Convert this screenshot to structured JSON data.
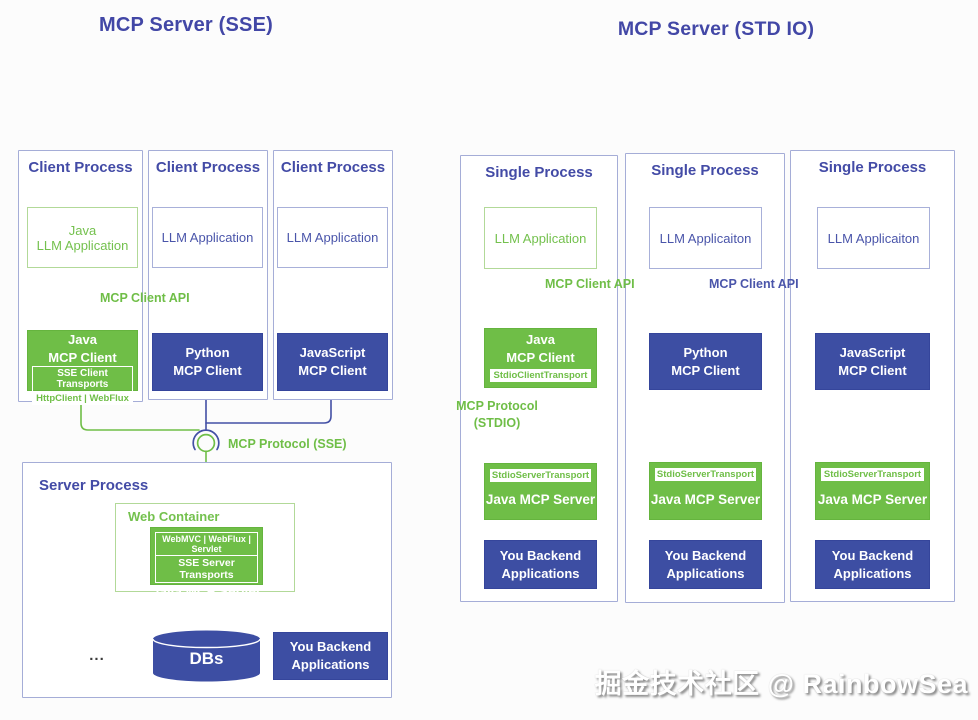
{
  "colors": {
    "green": "#6fbe47",
    "indigo_fill": "#3d4ea3",
    "indigo_text": "#434ba6",
    "green_light_border": "#b2d998",
    "indigo_light_border": "#a5add7"
  },
  "sse": {
    "title": "MCP Server (SSE)",
    "api_label": "MCP Client API",
    "protocol_label": "MCP Protocol (SSE)",
    "clients": [
      {
        "process_label": "Client Process",
        "app_label": "Java\nLLM Application",
        "client_label": "Java\nMCP Client",
        "transport_label": "SSE Client Transports",
        "impl_label": "HttpClient | WebFlux"
      },
      {
        "process_label": "Client Process",
        "app_label": "LLM Application",
        "client_label": "Python\nMCP Client"
      },
      {
        "process_label": "Client Process",
        "app_label": "LLM Application",
        "client_label": "JavaScript\nMCP Client"
      }
    ],
    "server": {
      "process_label": "Server Process",
      "container_label": "Web Container",
      "frameworks_label": "WebMVC | WebFlux | Servlet",
      "transport_label": "SSE Server Transports",
      "server_label": "Java MCP Server",
      "more_label": "...",
      "db_label": "DBs",
      "backend_label": "You Backend\nApplications"
    }
  },
  "stdio": {
    "title": "MCP Server (STD IO)",
    "api_label": "MCP Client API",
    "protocol_label": "MCP Protocol\n(STDIO)",
    "columns": [
      {
        "process_label": "Single Process",
        "app_label": "LLM Application",
        "client_label": "Java\nMCP Client",
        "client_transport_label": "StdioClientTransport",
        "server_transport_label": "StdioServerTransport",
        "server_label": "Java MCP Server",
        "backend_label": "You Backend\nApplications"
      },
      {
        "process_label": "Single Process",
        "app_label": "LLM Applicaiton",
        "client_label": "Python\nMCP Client",
        "server_transport_label": "StdioServerTransport",
        "server_label": "Java MCP Server",
        "backend_label": "You Backend\nApplications"
      },
      {
        "process_label": "Single Process",
        "app_label": "LLM Applicaiton",
        "client_label": "JavaScript\nMCP Client",
        "server_transport_label": "StdioServerTransport",
        "server_label": "Java MCP Server",
        "backend_label": "You Backend\nApplications"
      }
    ]
  },
  "watermark": {
    "text": "掘金技术社区 @ RainbowSea"
  }
}
